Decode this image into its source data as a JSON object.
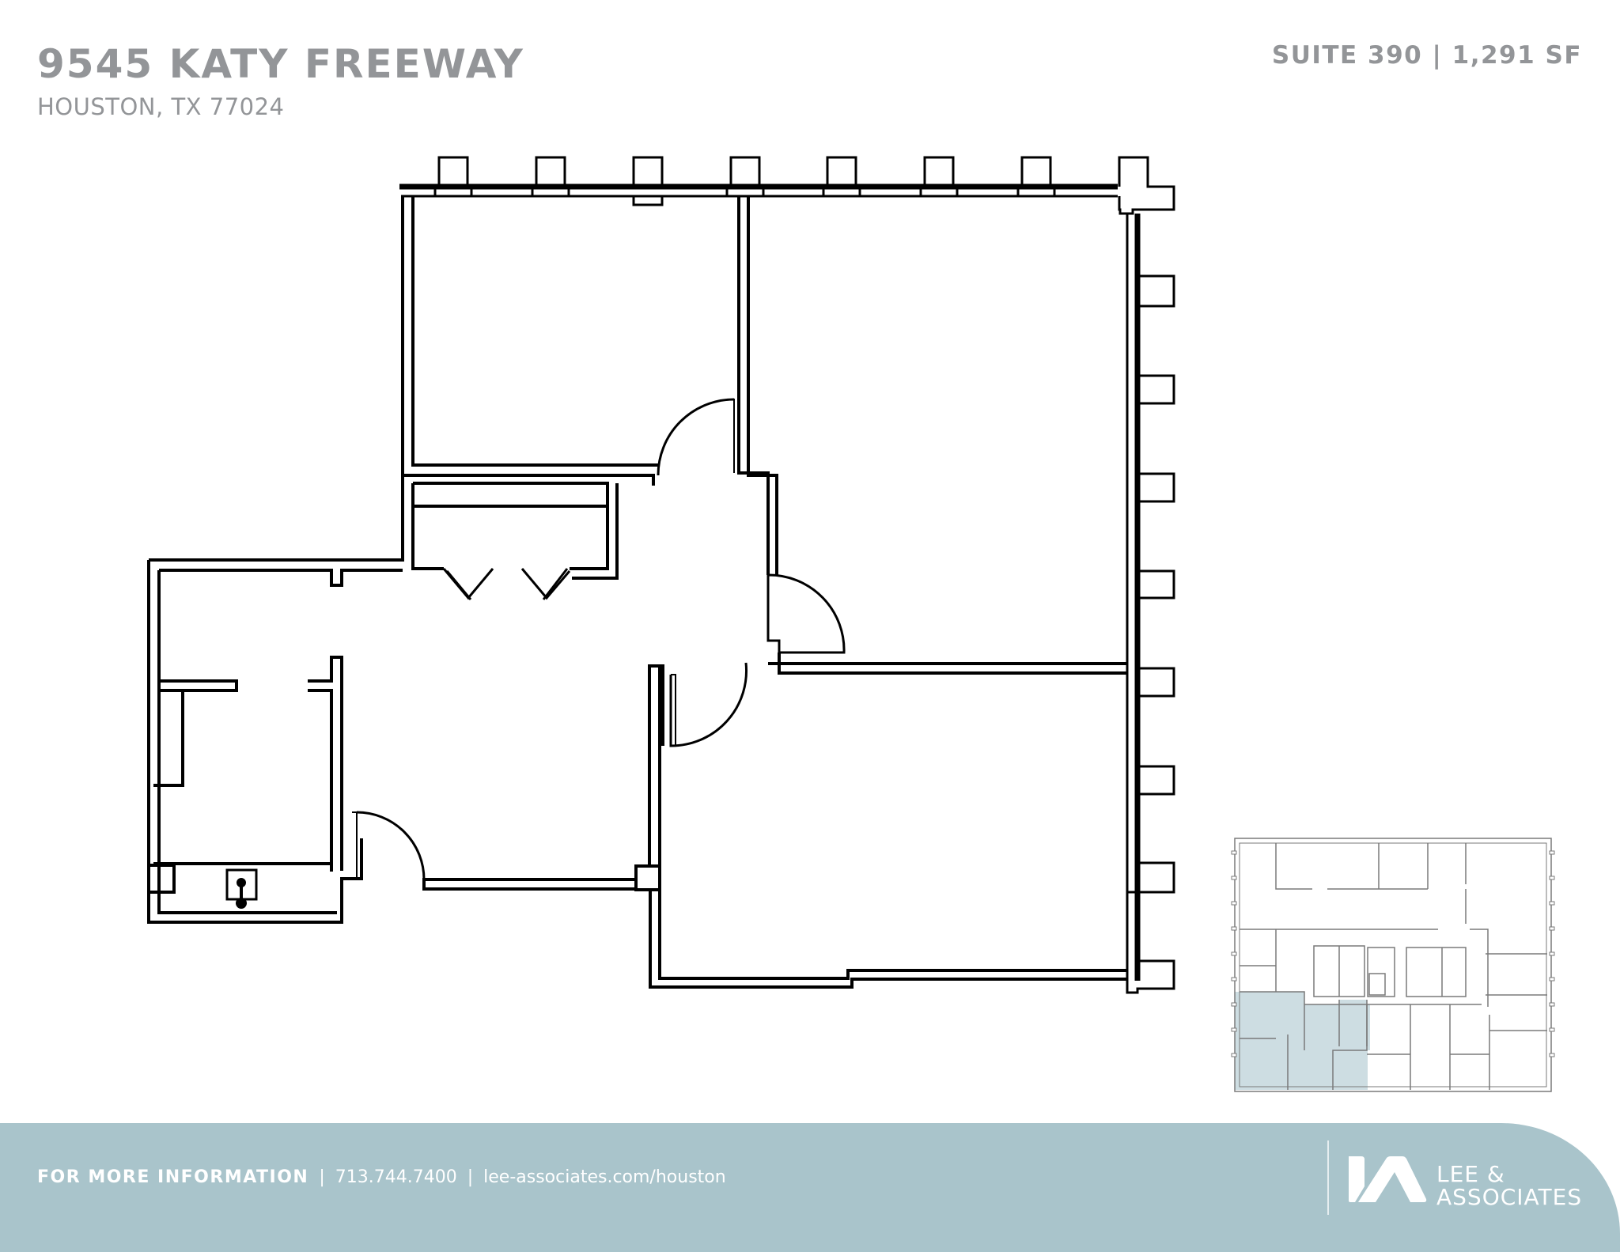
{
  "header": {
    "address": "9545 KATY FREEWAY",
    "city_state_zip": "HOUSTON, TX 77024",
    "suite_info": "SUITE 390 | 1,291 SF"
  },
  "floor_plan": {
    "label": "Suite 390 floor plan",
    "wall_color": "#000000"
  },
  "key_plan": {
    "label": "Floor key plan",
    "highlight_color": "#cddde2",
    "highlighted_suite": "Suite 390"
  },
  "footer": {
    "lead": "FOR MORE INFORMATION",
    "phone": "713.744.7400",
    "website": "lee-associates.com/houston",
    "separator": "|",
    "background_color": "#a9c4cb"
  },
  "logo": {
    "line1": "LEE &",
    "line2": "ASSOCIATES"
  }
}
